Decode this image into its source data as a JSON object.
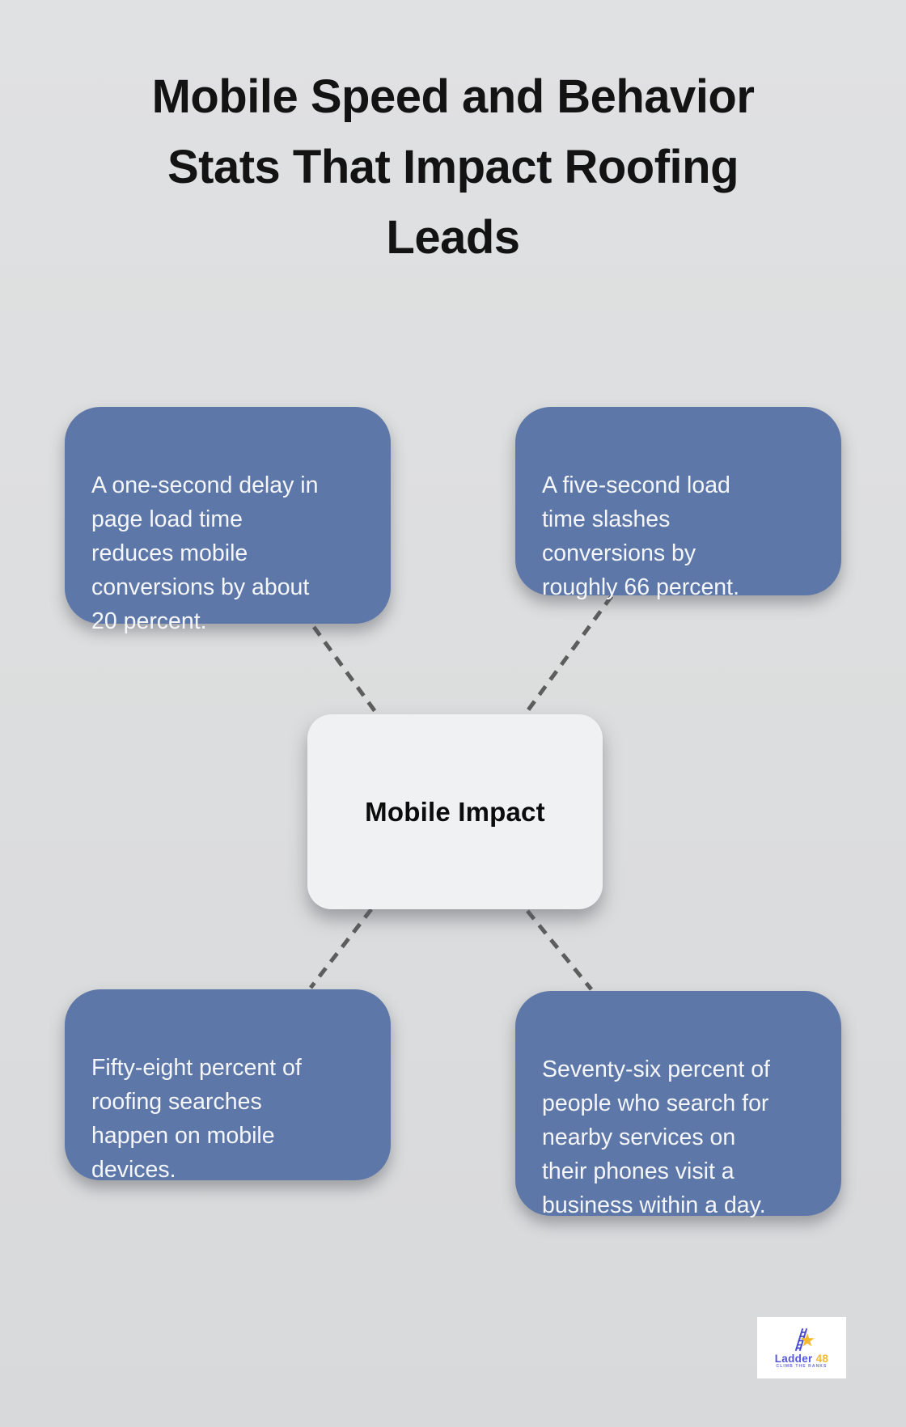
{
  "title": "Mobile Speed and Behavior\nStats That Impact Roofing\nLeads",
  "center_node": {
    "label": "Mobile Impact"
  },
  "stats": [
    {
      "position": "top-left",
      "text": "A one-second delay in\npage load time\nreduces mobile\nconversions by about\n20 percent."
    },
    {
      "position": "top-right",
      "text": "A five-second load\ntime slashes\nconversions by\nroughly 66 percent."
    },
    {
      "position": "bottom-left",
      "text": "Fifty-eight percent of\nroofing searches\nhappen on mobile\ndevices."
    },
    {
      "position": "bottom-right",
      "text": "Seventy-six percent of\npeople who search for\nnearby services on\ntheir phones visit a\nbusiness within a day."
    }
  ],
  "logo": {
    "name_part1": "Ladder",
    "name_part2": "48",
    "tagline": "CLIMB THE RANKS"
  },
  "colors": {
    "background": "#dcddde",
    "stat_box": "#5d77a8",
    "stat_text": "#f4f6f9",
    "center_node_bg": "#eff1f3",
    "connector_dash": "#5d5d5d",
    "title_text": "#131313",
    "logo_indigo": "#5457dd",
    "logo_gold": "#f5b92d"
  }
}
